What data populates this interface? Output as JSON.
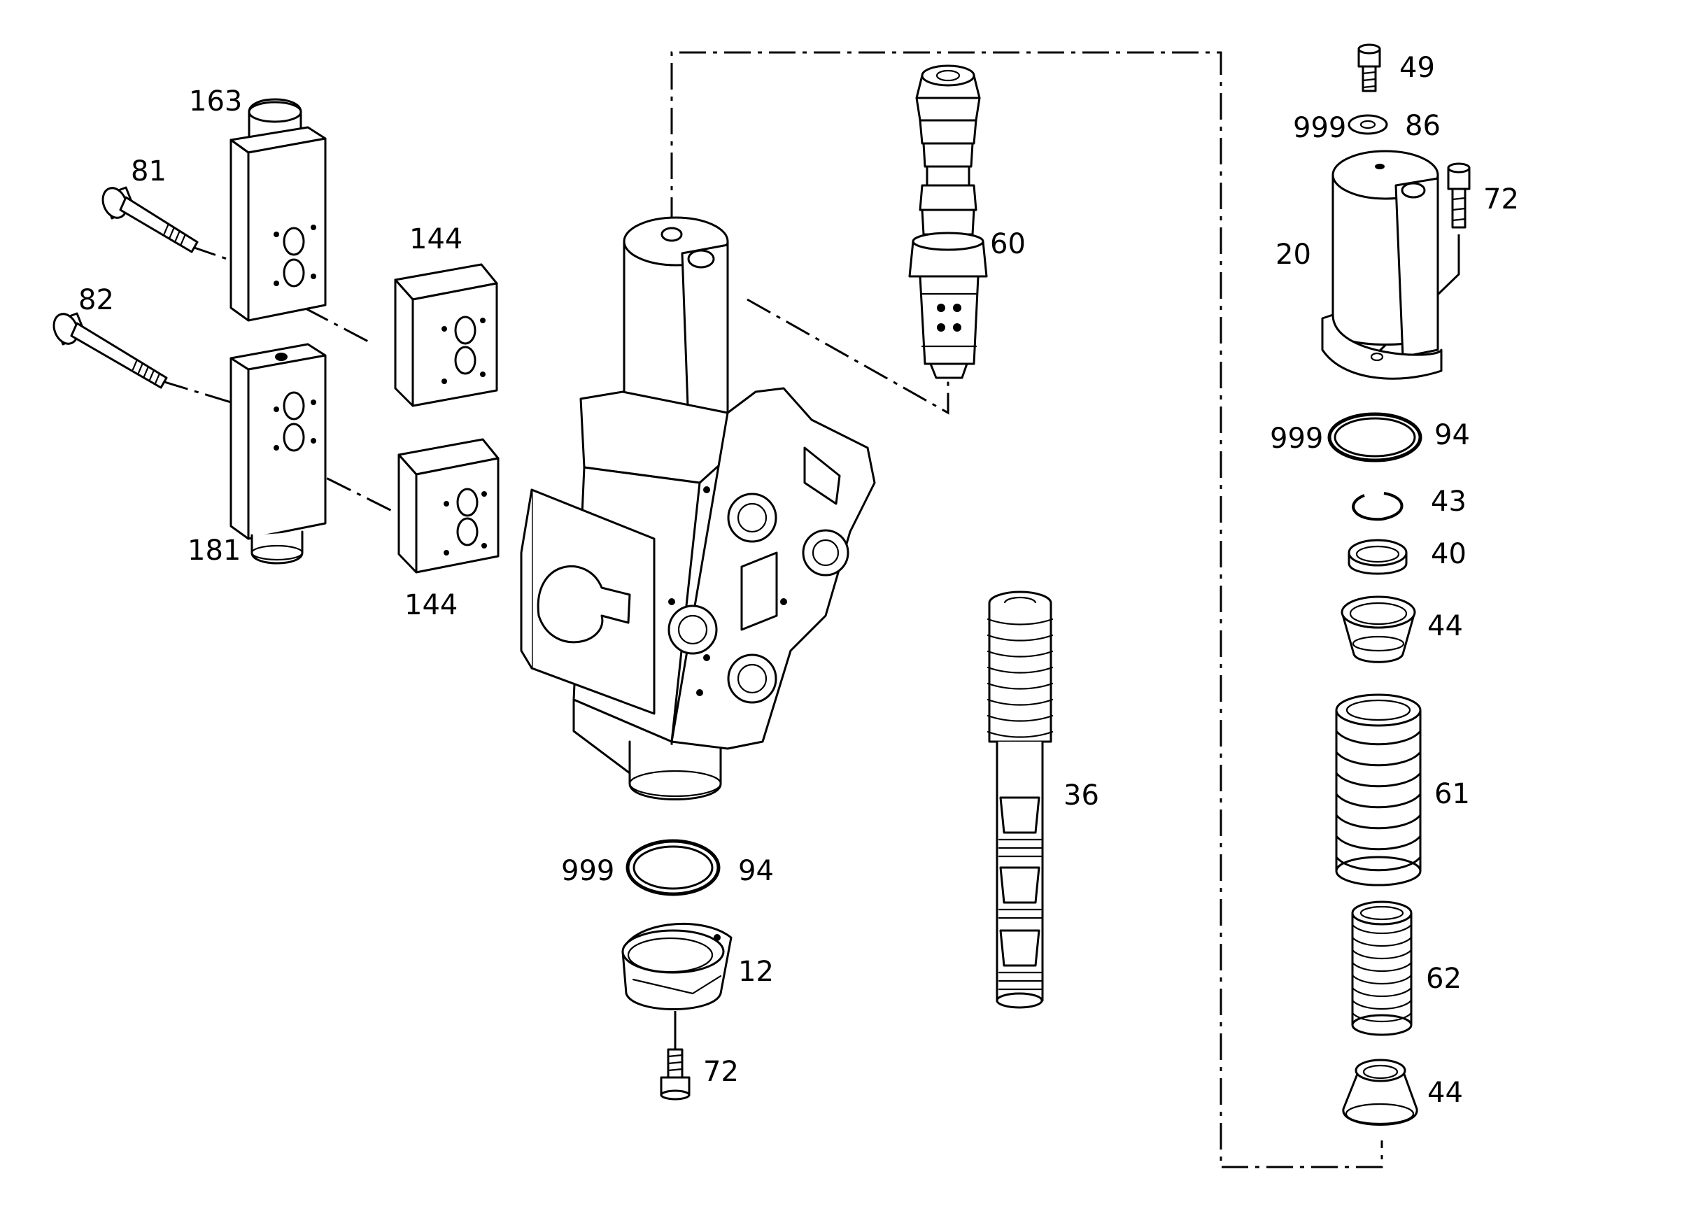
{
  "diagram": {
    "type": "exploded parts drawing",
    "ink_color": "#000000",
    "background": "#ffffff"
  },
  "callouts": {
    "c163": "163",
    "c81": "81",
    "c82": "82",
    "c181": "181",
    "c144a": "144",
    "c144b": "144",
    "c60": "60",
    "c36": "36",
    "c999a": "999",
    "c94a": "94",
    "c12": "12",
    "c72a": "72",
    "c49": "49",
    "c999b": "999",
    "c86": "86",
    "c72b": "72",
    "c20": "20",
    "c999c": "999",
    "c94b": "94",
    "c43": "43",
    "c40": "40",
    "c44a": "44",
    "c61": "61",
    "c62": "62",
    "c44b": "44"
  }
}
